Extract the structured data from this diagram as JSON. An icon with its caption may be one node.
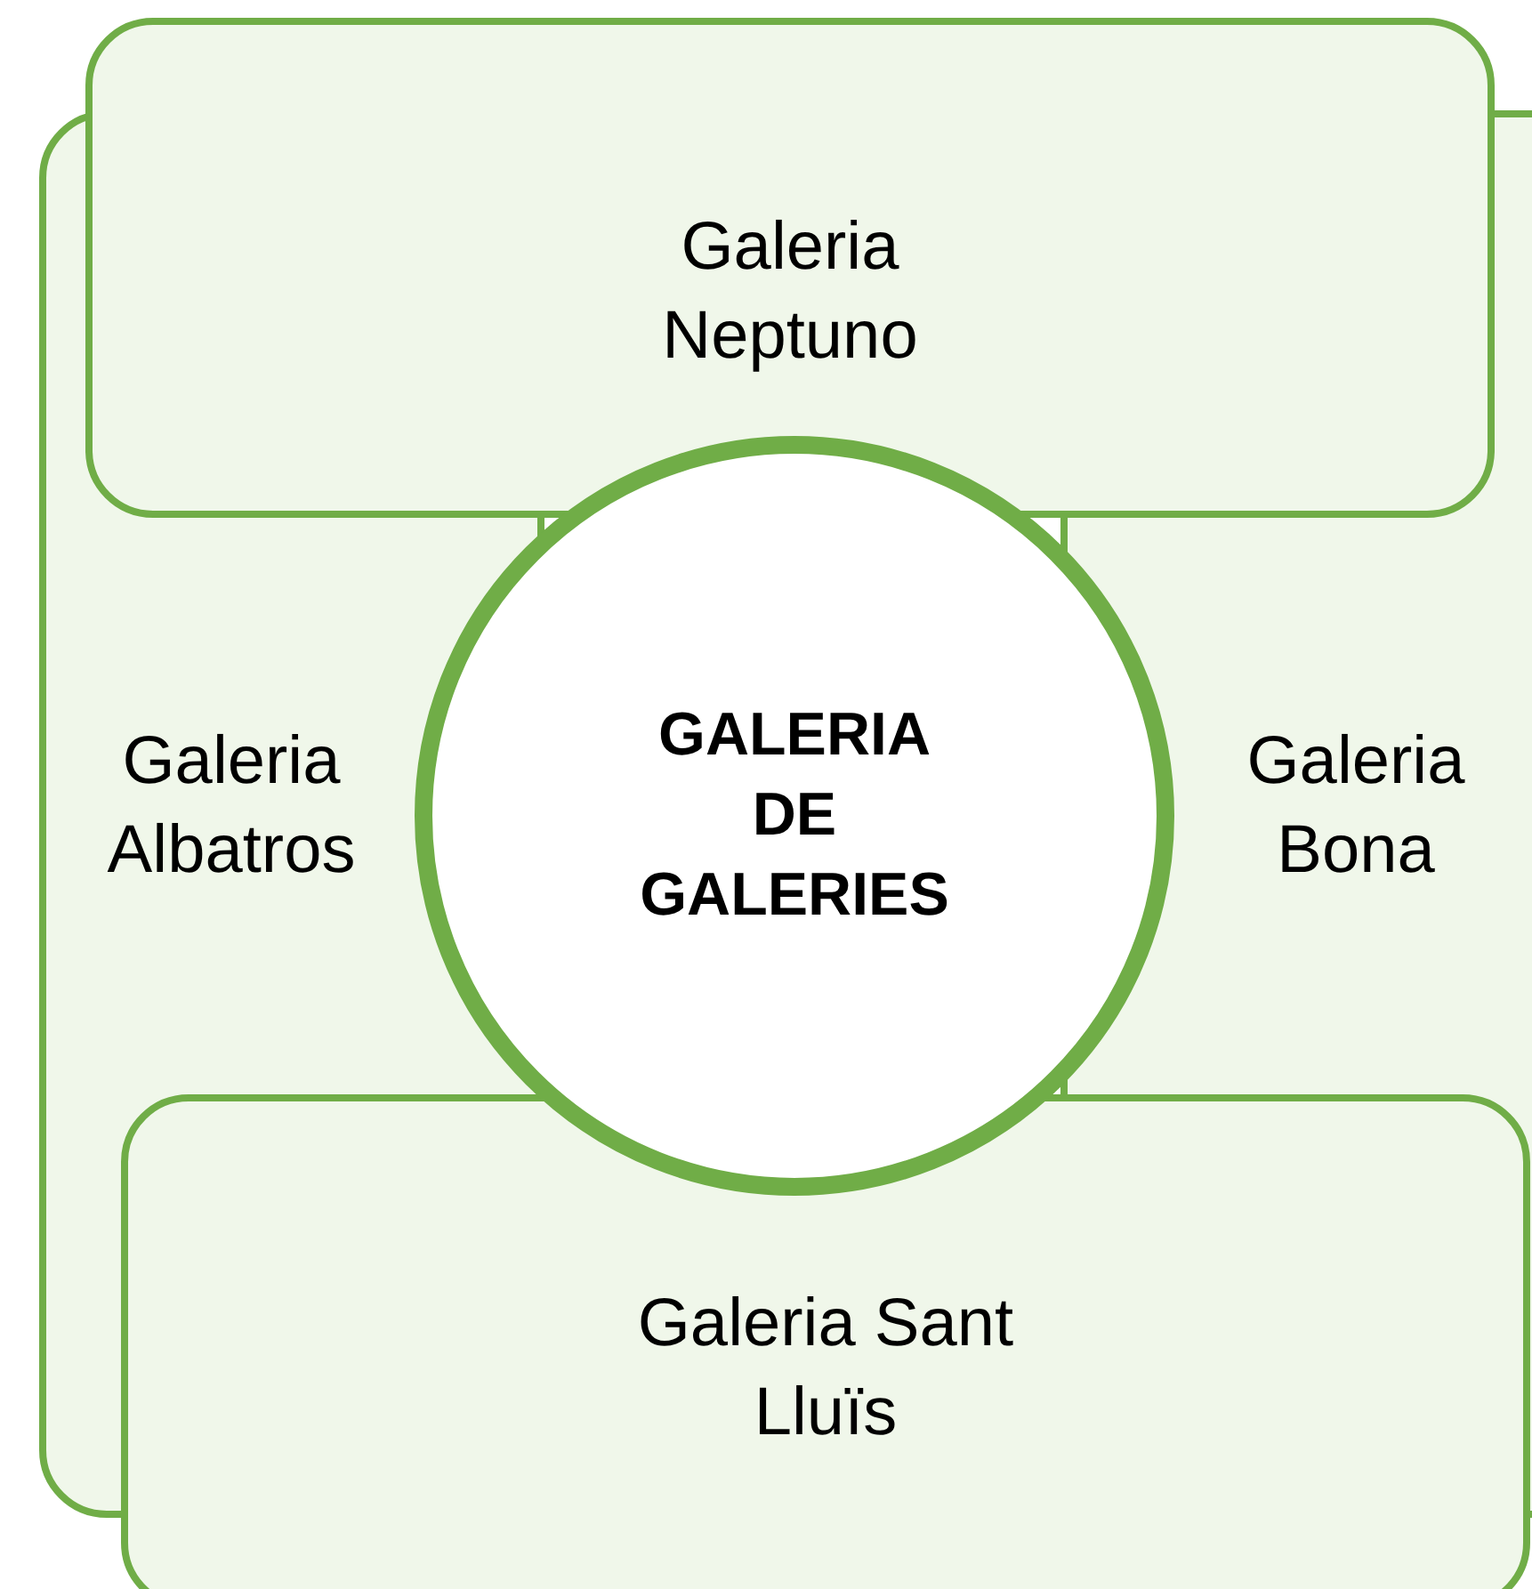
{
  "diagram": {
    "nodes": [
      {
        "text": [
          "Galeria Neptuno"
        ]
      },
      {
        "text": [
          "Galeria Albatros"
        ]
      },
      {
        "text": [
          "GALERIA DE GALERIES"
        ]
      },
      {
        "text": [
          "Galeria Bona"
        ]
      },
      {
        "text": [
          "Galeria Sant Lluïs"
        ]
      }
    ]
  }
}
